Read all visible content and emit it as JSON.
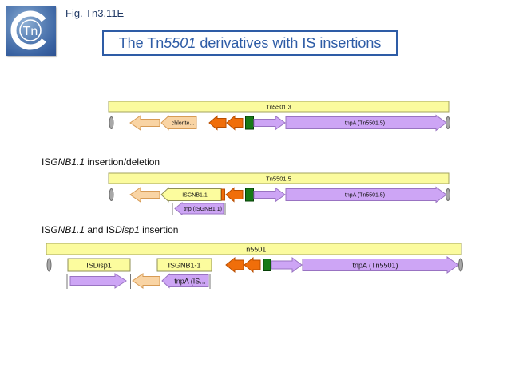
{
  "header": {
    "figure_label": "Fig. Tn3.11E",
    "logo_text": "Tn",
    "title_pre": "The Tn",
    "title_italic": "5501",
    "title_post": " derivatives with IS insertions"
  },
  "headings": {
    "h2": {
      "p1": "IS",
      "i1": "GNB1.1",
      "p2": " insertion/deletion"
    },
    "h3": {
      "p1": "IS",
      "i1": "GNB1.1",
      "p2": " and IS",
      "i2": "Disp1",
      "p3": " insertion"
    }
  },
  "d1": {
    "bar": "Tn5501.3",
    "chlorite": "chlorite...",
    "tnpa": "tnpA (Tn5501.5)"
  },
  "d2": {
    "bar": "Tn5501.5",
    "isgnb": "ISGNB1.1",
    "tnp_is": "tnp (ISGNB1.1)",
    "tnpa": "tnpA (Tn5501.5)"
  },
  "d3": {
    "bar": "Tn5501",
    "isdisp": "ISDisp1",
    "isgnb": "ISGNB1-1",
    "tnpa": "tnpA (Tn5501)",
    "tnpa_is": "tnpA (IS..."
  },
  "colors": {
    "accent_blue": "#2e5ca6",
    "figure_label_blue": "#1f3864",
    "backbone_yellow": "#fbfb9e",
    "is_yellow": "#fcfc9e",
    "peach": "#f9d4a4",
    "orange": "#f06e0a",
    "green": "#167a16",
    "purple": "#cda5f5",
    "logo_blue": "#3a63a2"
  }
}
